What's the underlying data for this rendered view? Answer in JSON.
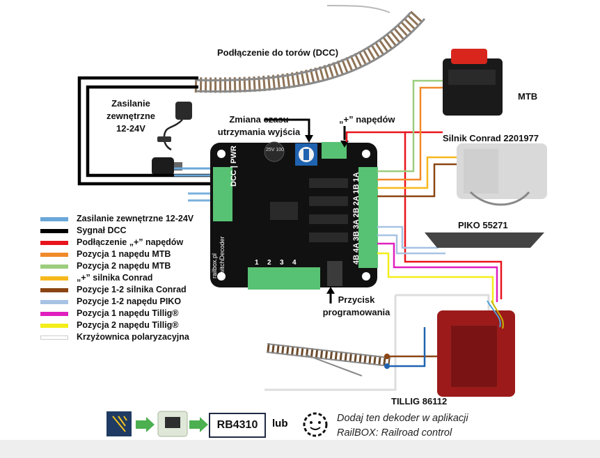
{
  "labels": {
    "track": "Podłączenie do torów (DCC)",
    "power_line1": "Zasilanie",
    "power_line2": "zewnętrzne",
    "power_line3": "12-24V",
    "hold_time_line1": "Zmiana czasu",
    "hold_time_line2": "utrzymania wyjścia",
    "plus_drives": "„+” napędów",
    "mtb": "MTB",
    "conrad": "Silnik Conrad 2201977",
    "piko": "PIKO 55271",
    "tillig": "TILLIG 86112",
    "prog_line1": "Przycisk",
    "prog_line2": "programowania"
  },
  "board": {
    "pwr_label": "DCC | PWR",
    "outputs_label": "4B 4A 3B 3A 2B 2A 1B 1A",
    "inputs": [
      "1",
      "2",
      "3",
      "4"
    ],
    "brand": "railbox.pl",
    "name": "SwitchDecoder",
    "cap_text": "25V 100"
  },
  "legend": [
    {
      "color": "#6aa7d8",
      "label": "Zasilanie zewnętrzne 12-24V"
    },
    {
      "color": "#000000",
      "label": "Sygnał DCC"
    },
    {
      "color": "#e8141b",
      "label": "Podłączenie „+” napędów"
    },
    {
      "color": "#f08a2a",
      "label": "Pozycja 1 napędu MTB"
    },
    {
      "color": "#9ccd7e",
      "label": "Pozycja 2 napędu MTB"
    },
    {
      "color": "#f7b81b",
      "label": "„+” silnika Conrad"
    },
    {
      "color": "#8b4513",
      "label": "Pozycje 1-2 silnika Conrad"
    },
    {
      "color": "#a7c3e3",
      "label": "Pozycje 1-2 napędu PIKO"
    },
    {
      "color": "#e01fbf",
      "label": "Pozycja 1 napędu Tillig®"
    },
    {
      "color": "#f3ee19",
      "label": "Pozycja 2 napędu Tillig®"
    },
    {
      "color": "#dddddd",
      "label": "Krzyżownica polaryzacyjna"
    }
  ],
  "bottom": {
    "model": "RB4310",
    "lub": "lub",
    "app_line1": "Dodaj ten dekoder w aplikacji",
    "app_line2": "RailBOX: Railroad control"
  },
  "icons": {
    "rail": "rail-track-icon",
    "adapter": "power-adapter-icon",
    "dc_jack": "dc-jack-icon",
    "potentiometer": "potentiometer-icon",
    "gear": "gear-smile-icon",
    "arrow": "green-arrow-icon",
    "railbox": "railbox-logo-icon",
    "decoder": "decoder-app-icon"
  }
}
